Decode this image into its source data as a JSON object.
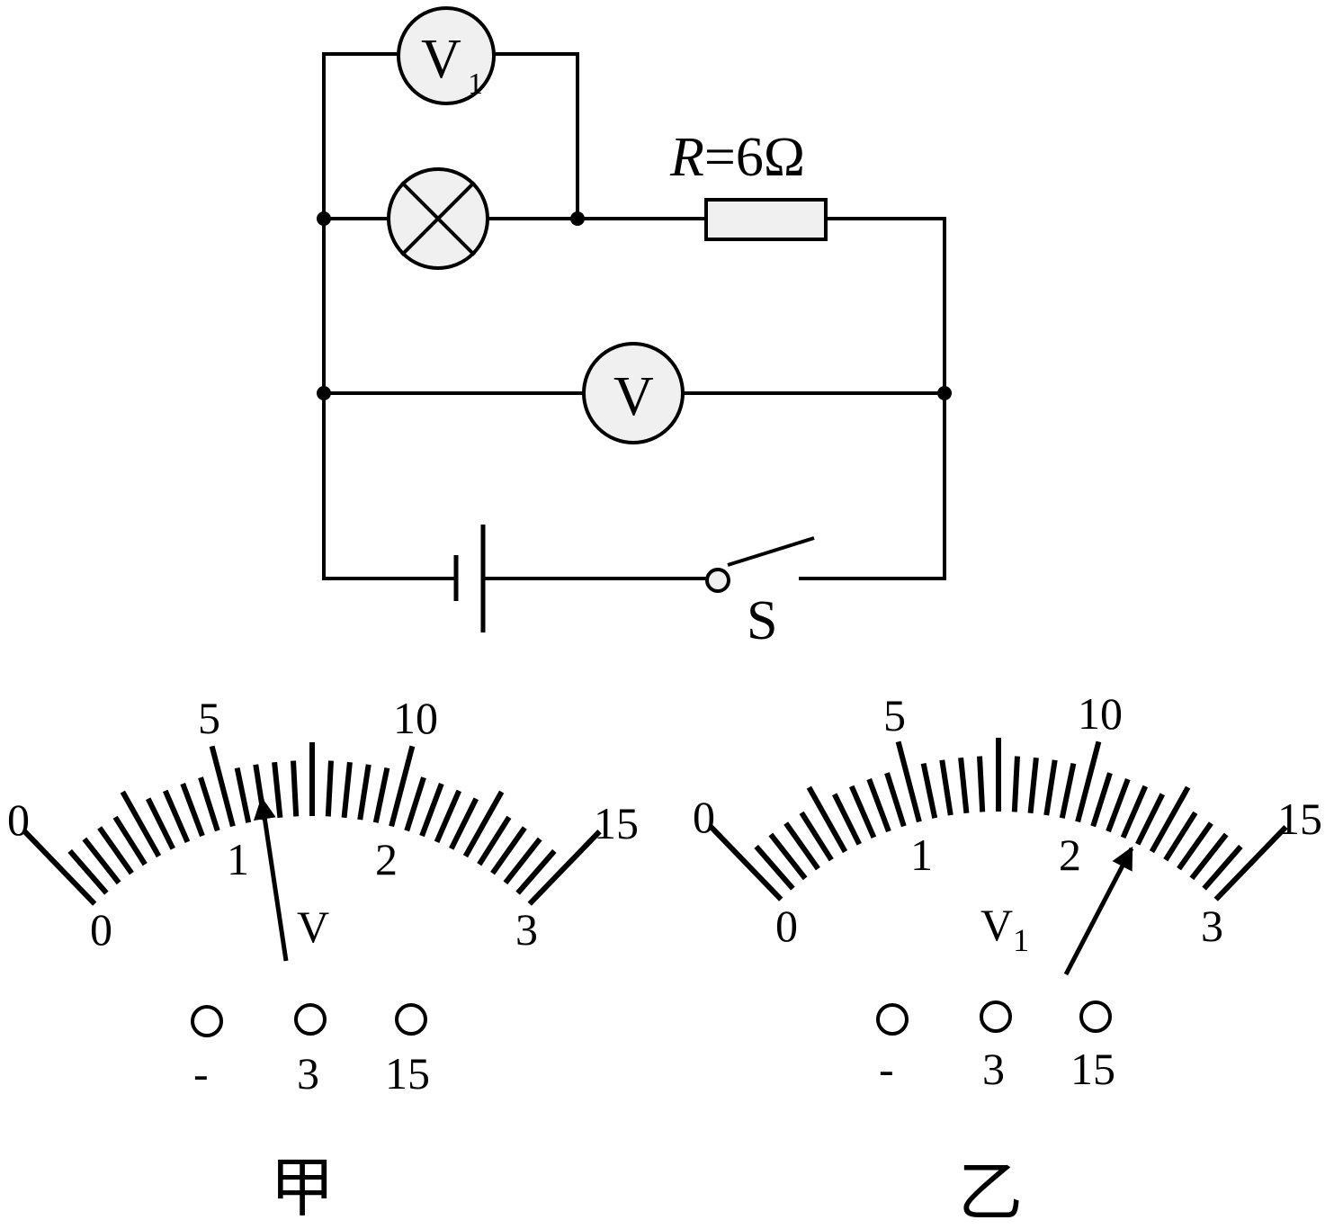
{
  "circuit": {
    "voltmeter_top_label": "V",
    "voltmeter_top_sub": "1",
    "voltmeter_mid_label": "V",
    "resistor_label_var": "R",
    "resistor_label_value": "=6Ω",
    "switch_label": "S"
  },
  "meters": [
    {
      "caption": "甲",
      "name": "V",
      "sub": "",
      "upper_scale": [
        "0",
        "5",
        "10",
        "15"
      ],
      "lower_scale": [
        "0",
        "1",
        "2",
        "3"
      ],
      "terminals": [
        "-",
        "3",
        "15"
      ],
      "divisions": 30,
      "needle_divisions": 12
    },
    {
      "caption": "乙",
      "name": "V",
      "sub": "1",
      "upper_scale": [
        "0",
        "5",
        "10",
        "15"
      ],
      "lower_scale": [
        "0",
        "1",
        "2",
        "3"
      ],
      "terminals": [
        "-",
        "3",
        "15"
      ],
      "divisions": 30,
      "needle_divisions": 23
    }
  ]
}
